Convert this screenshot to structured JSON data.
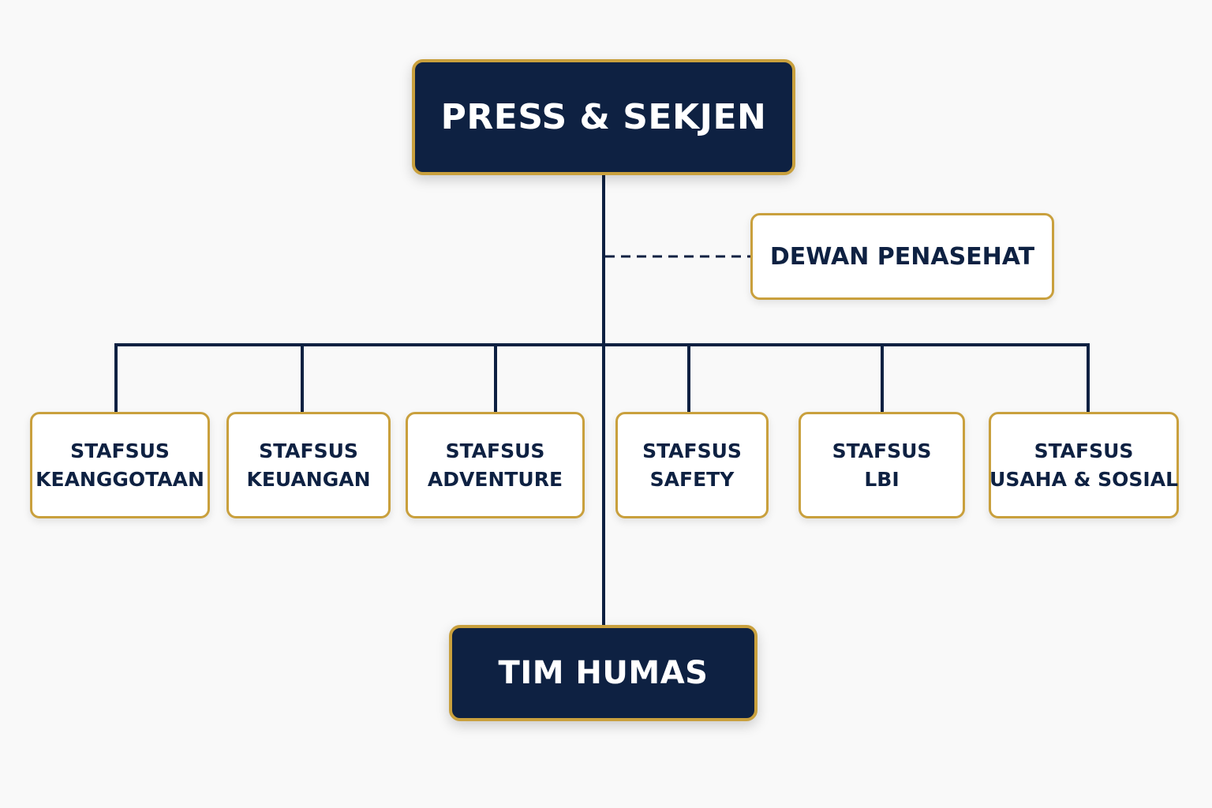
{
  "org_chart": {
    "top": {
      "label": "PRESS & SEKJEN"
    },
    "advisor": {
      "label": "DEWAN PENASEHAT"
    },
    "staff": [
      {
        "line1": "STAFSUS",
        "line2": "KEANGGOTAAN"
      },
      {
        "line1": "STAFSUS",
        "line2": "KEUANGAN"
      },
      {
        "line1": "STAFSUS",
        "line2": "ADVENTURE"
      },
      {
        "line1": "STAFSUS",
        "line2": "SAFETY"
      },
      {
        "line1": "STAFSUS",
        "line2": "LBI"
      },
      {
        "line1": "STAFSUS",
        "line2": "USAHA & SOSIAL"
      }
    ],
    "bottom": {
      "label": "TIM HUMAS"
    }
  },
  "colors": {
    "navy": "#0e2142",
    "gold": "#c9a03d",
    "background": "#f9f9f9",
    "card": "#ffffff"
  }
}
